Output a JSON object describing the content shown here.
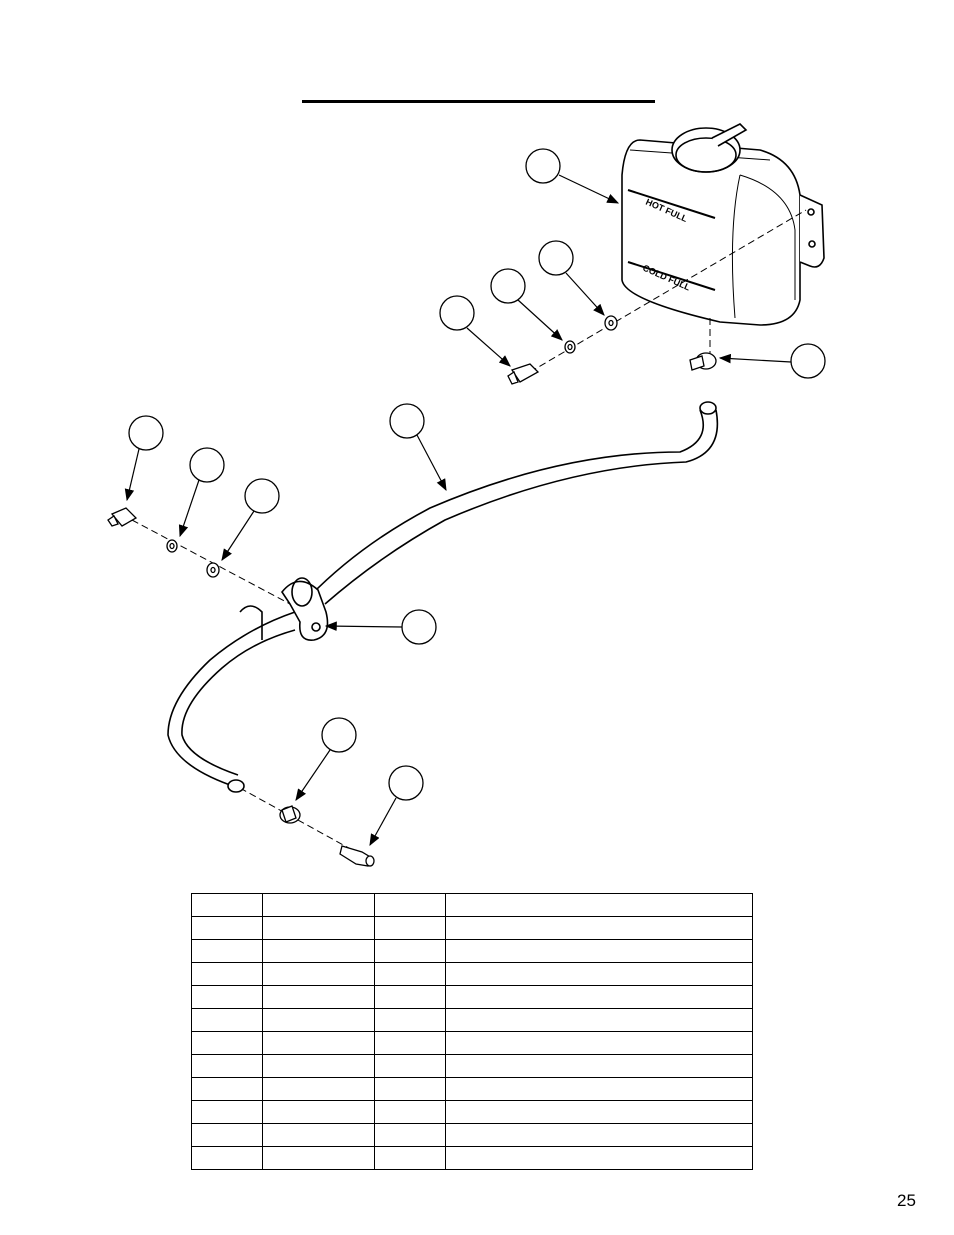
{
  "page": {
    "title": "",
    "number": "25"
  },
  "drawing": {
    "tank_labels": {
      "hot_full": "HOT FULL",
      "cold_full": "COLD FULL"
    }
  },
  "parts_table": {
    "headers": [
      "",
      "",
      "",
      ""
    ],
    "rows": [
      [
        "",
        "",
        "",
        ""
      ],
      [
        "",
        "",
        "",
        ""
      ],
      [
        "",
        "",
        "",
        ""
      ],
      [
        "",
        "",
        "",
        ""
      ],
      [
        "",
        "",
        "",
        ""
      ],
      [
        "",
        "",
        "",
        ""
      ],
      [
        "",
        "",
        "",
        ""
      ],
      [
        "",
        "",
        "",
        ""
      ],
      [
        "",
        "",
        "",
        ""
      ],
      [
        "",
        "",
        "",
        ""
      ],
      [
        "",
        "",
        "",
        ""
      ]
    ]
  }
}
